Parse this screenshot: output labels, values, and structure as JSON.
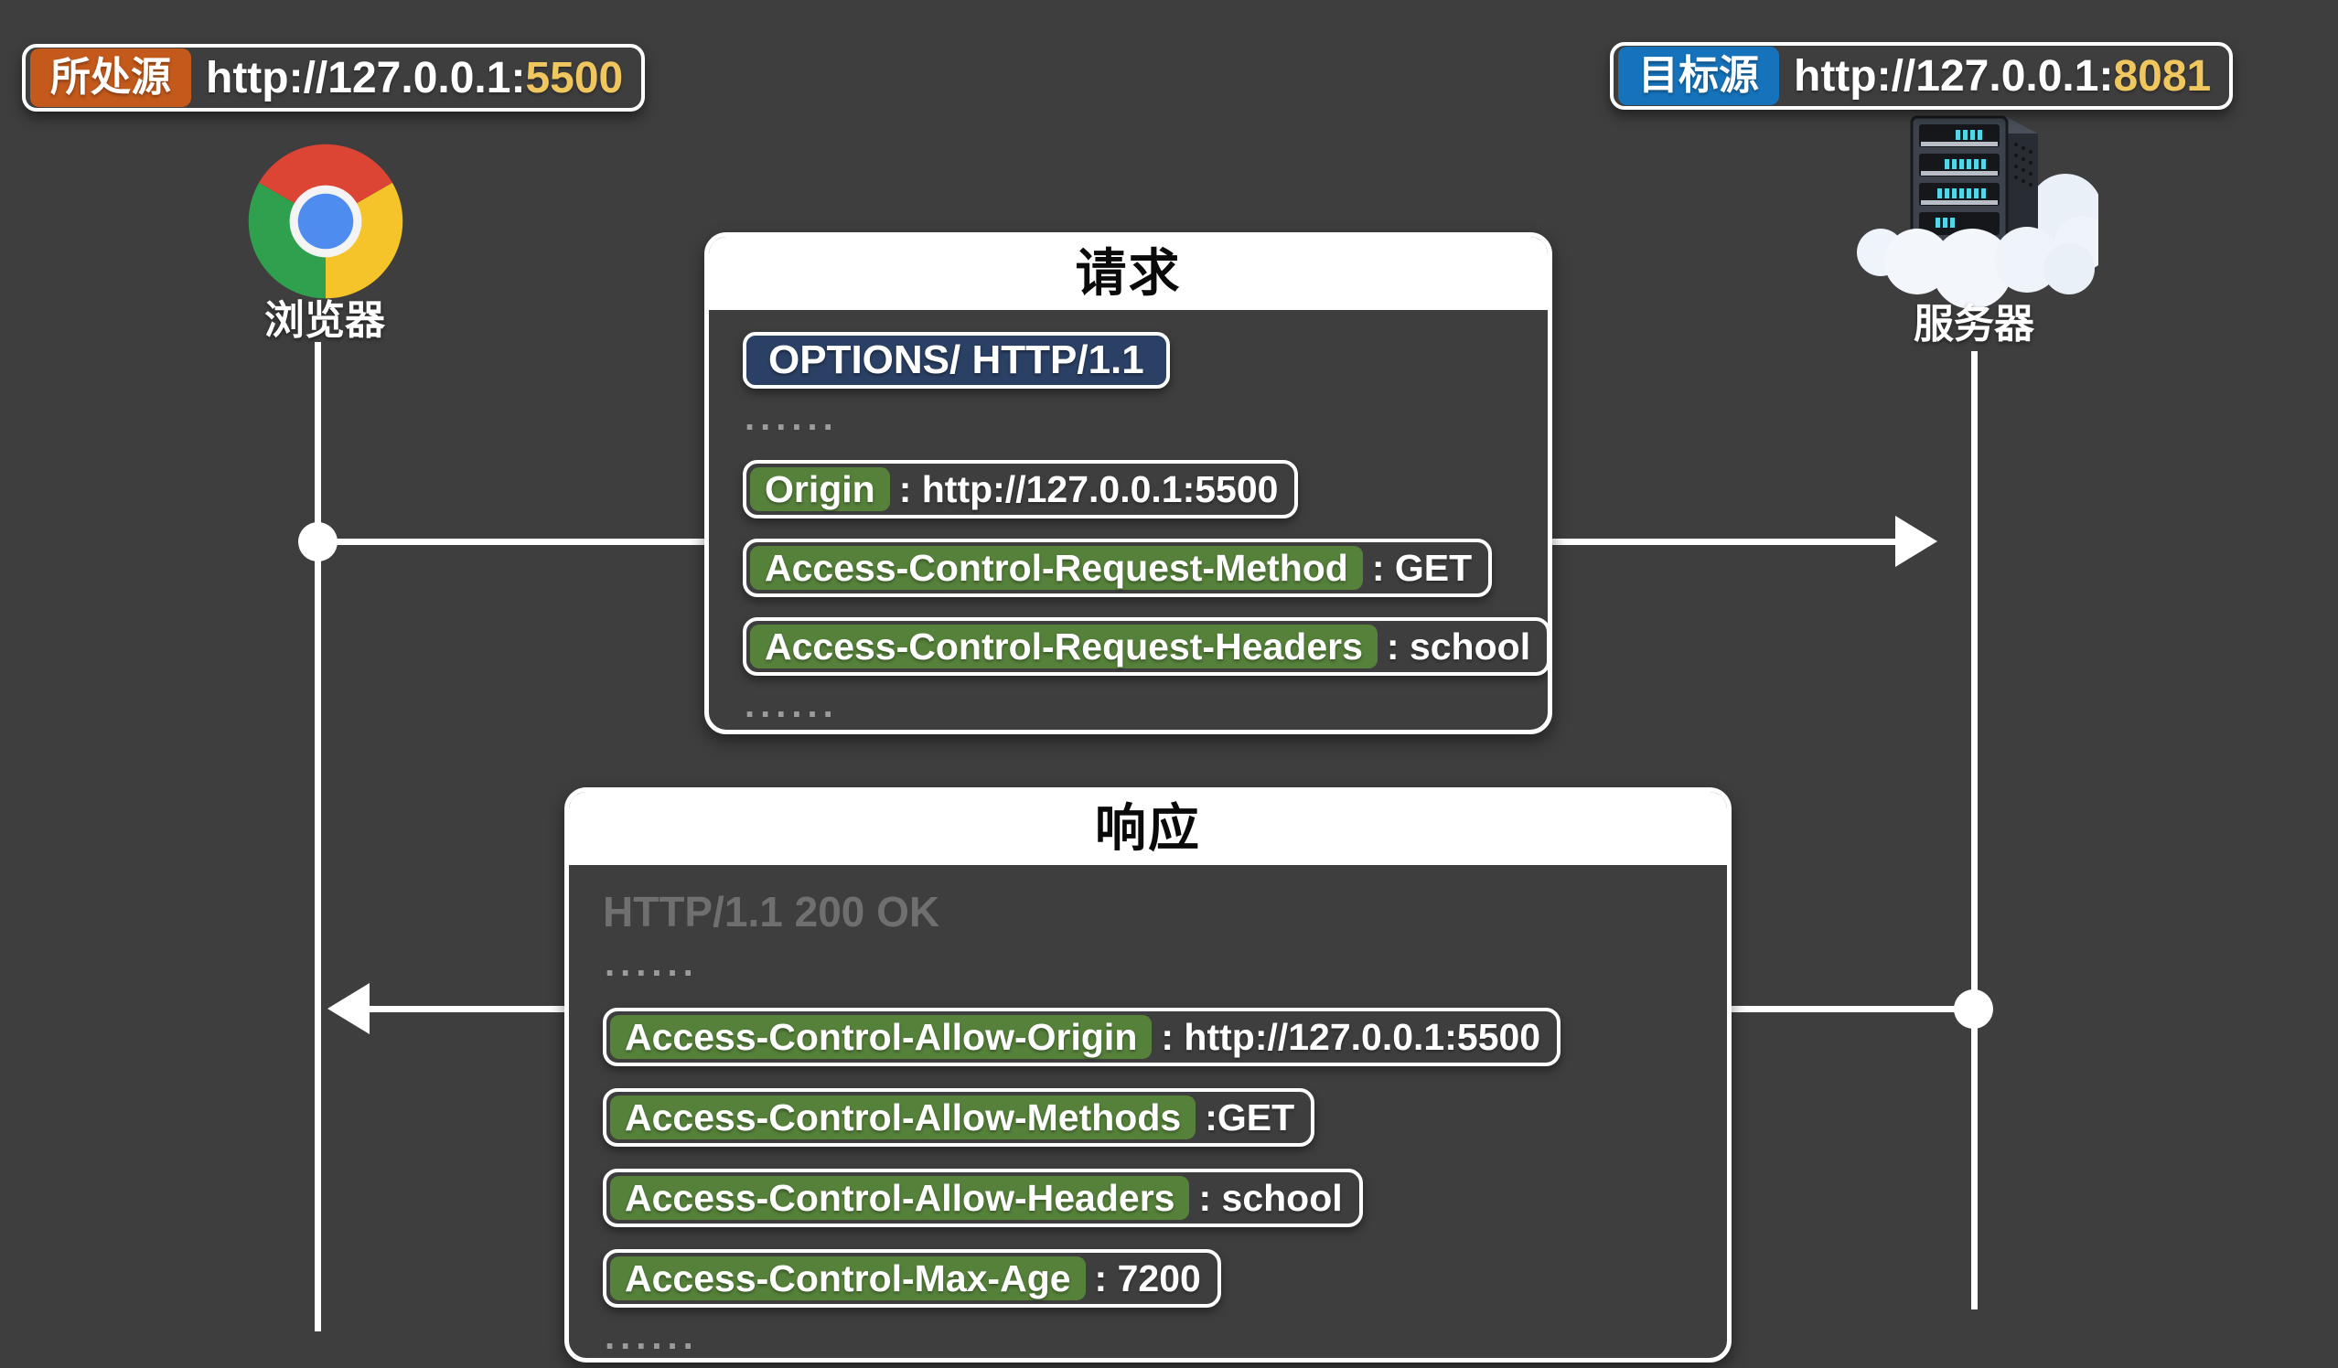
{
  "origin_badge": {
    "label": "所处源",
    "url_prefix": "http://127.0.0.1:",
    "port": "5500"
  },
  "target_badge": {
    "label": "目标源",
    "url_prefix": "http://127.0.0.1:",
    "port": "8081"
  },
  "browser": {
    "label": "浏览器"
  },
  "server": {
    "label": "服务器"
  },
  "request_box": {
    "title": "请求",
    "request_line": "OPTIONS/ HTTP/1.1",
    "ellipsis_top": "......",
    "headers": [
      {
        "name": "Origin",
        "value": ": http://127.0.0.1:5500"
      },
      {
        "name": "Access-Control-Request-Method",
        "value": ": GET"
      },
      {
        "name": "Access-Control-Request-Headers",
        "value": ": school"
      }
    ],
    "ellipsis_bottom": "......"
  },
  "response_box": {
    "title": "响应",
    "status_line": "HTTP/1.1 200 OK",
    "ellipsis_top": "......",
    "headers": [
      {
        "name": "Access-Control-Allow-Origin",
        "value": ": http://127.0.0.1:5500"
      },
      {
        "name": "Access-Control-Allow-Methods",
        "value": ":GET"
      },
      {
        "name": "Access-Control-Allow-Headers",
        "value": ": school"
      },
      {
        "name": "Access-Control-Max-Age",
        "value": ": 7200"
      }
    ],
    "ellipsis_bottom": "......"
  },
  "colors": {
    "background": "#3e3e3e",
    "source_tag": "#c3591b",
    "target_tag": "#1673bb",
    "port_accent": "#f0c75f",
    "request_line_badge": "#2b4065",
    "header_name_green": "#55813a",
    "muted_status": "#6f6f6f",
    "line_white": "#ffffff"
  }
}
